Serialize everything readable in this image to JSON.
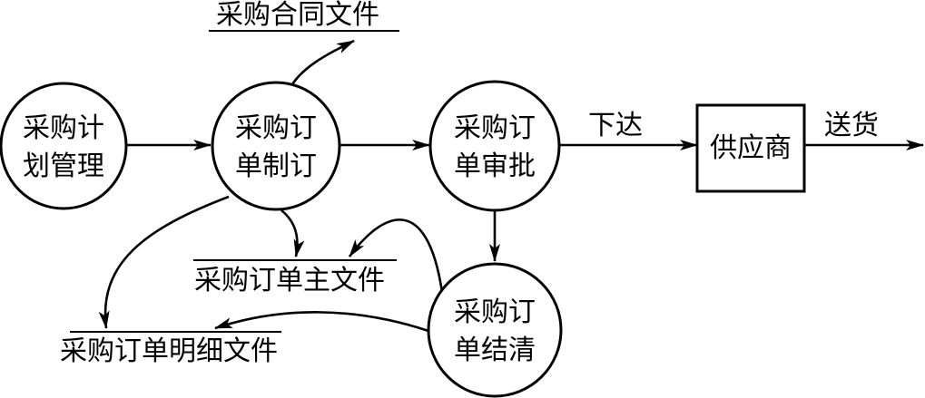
{
  "processes": {
    "plan_management": {
      "line1": "采购计",
      "line2": "划管理"
    },
    "order_creation": {
      "line1": "采购订",
      "line2": "单制订"
    },
    "order_approval": {
      "line1": "采购订",
      "line2": "单审批"
    },
    "order_settlement": {
      "line1": "采购订",
      "line2": "单结清"
    }
  },
  "entities": {
    "supplier": "供应商"
  },
  "data_stores": {
    "contract_file": "采购合同文件",
    "order_master_file": "采购订单主文件",
    "order_detail_file": "采购订单明细文件"
  },
  "flows": {
    "issue": "下达",
    "deliver": "送货"
  }
}
